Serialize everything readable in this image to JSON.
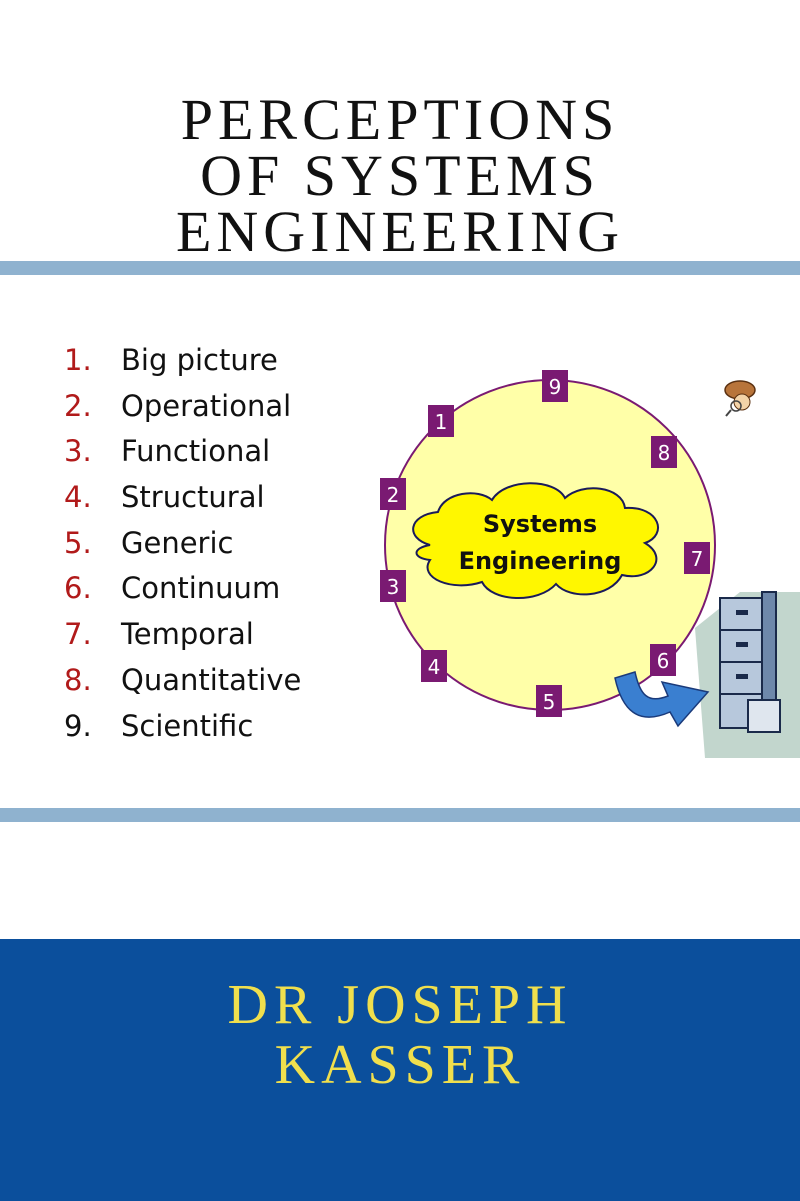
{
  "title": {
    "line1": "PERCEPTIONS",
    "line2": "OF SYSTEMS",
    "line3": "ENGINEERING"
  },
  "list": [
    {
      "num": "1.",
      "label": "Big picture"
    },
    {
      "num": "2.",
      "label": "Operational"
    },
    {
      "num": "3.",
      "label": "Functional"
    },
    {
      "num": "4.",
      "label": "Structural"
    },
    {
      "num": "5.",
      "label": "Generic"
    },
    {
      "num": "6.",
      "label": "Continuum"
    },
    {
      "num": "7.",
      "label": "Temporal"
    },
    {
      "num": "8.",
      "label": "Quantitative"
    },
    {
      "num": "9.",
      "label": "Scientific"
    }
  ],
  "diagram": {
    "cloud_line1": "Systems",
    "cloud_line2": "Engineering",
    "badges": [
      "1",
      "2",
      "3",
      "4",
      "5",
      "6",
      "7",
      "8",
      "9"
    ]
  },
  "author": {
    "line1": "DR JOSEPH",
    "line2": "KASSER"
  },
  "colors": {
    "band": "#8fb2cf",
    "list_number": "#b11a1a",
    "footer_bg": "#0b4f9c",
    "author_text": "#f0df4d",
    "circle_fill": "#ffffa8",
    "badge_fill": "#7a1a72"
  }
}
